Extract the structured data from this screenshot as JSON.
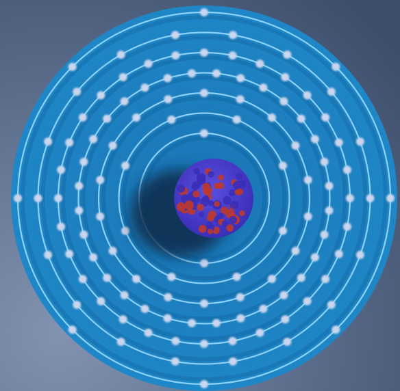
{
  "image": {
    "subject": "atom-model",
    "colors": {
      "background_light": "#8193b1",
      "background_dark": "#3d4f6c",
      "disc_outer": "#1f87c7",
      "disc_inner": "#1a74b4",
      "shell_ring": "#9fe0ff",
      "electron": "#c9d6ee",
      "nucleus_blue": "#3b2fb8",
      "nucleus_red": "#c0392b",
      "nucleus_shadow": "#0e2a4a"
    },
    "electron_shells": [
      {
        "shell": 1,
        "electrons": 2
      },
      {
        "shell": 2,
        "electrons": 8
      },
      {
        "shell": 3,
        "electrons": 18
      },
      {
        "shell": 4,
        "electrons": 32
      },
      {
        "shell": 5,
        "electrons": 32
      },
      {
        "shell": 6,
        "electrons": 18
      },
      {
        "shell": 7,
        "electrons": 8
      }
    ]
  }
}
